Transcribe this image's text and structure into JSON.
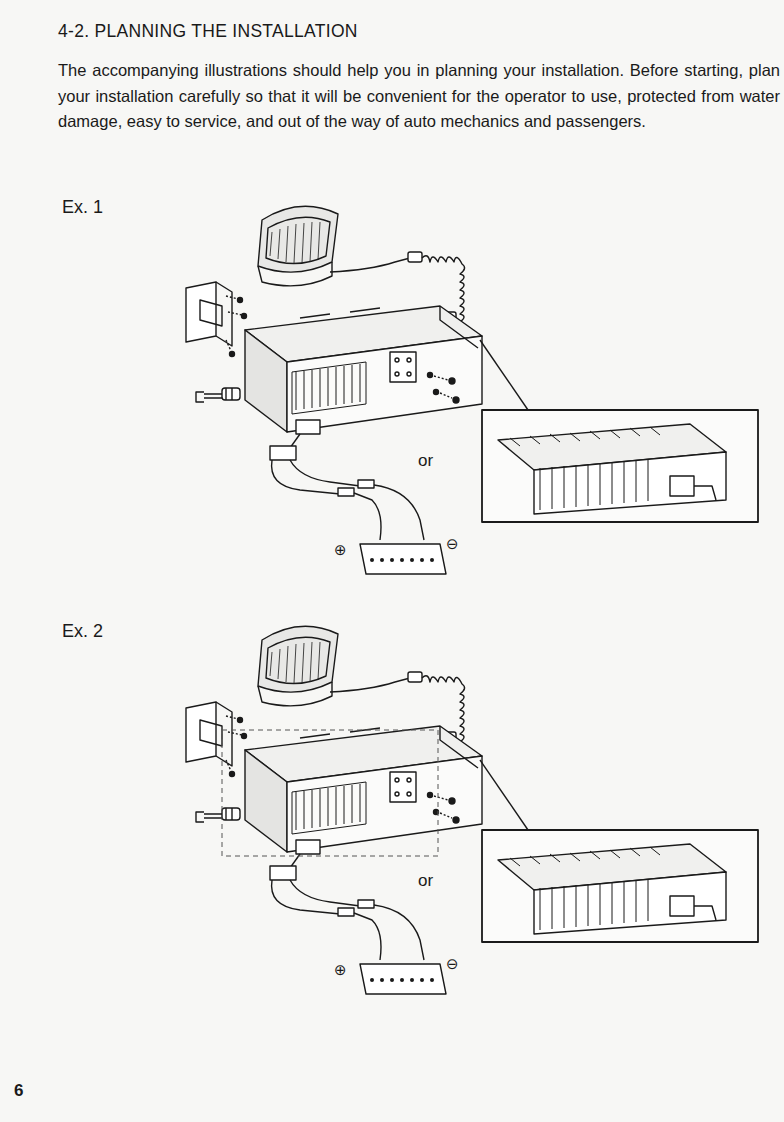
{
  "diagram": {
    "title": "4-2.  PLANNING THE INSTALLATION",
    "labels": [
      "The accompanying illustrations should help you in planning your installation. Before starting, plan your installation carefully so that it will be convenient for the operator to use, protected from water damage, easy to service, and out of the way of auto mechanics and passengers.",
      "Ex. 1",
      "or",
      "⊕",
      "⊖",
      "Ex. 2",
      "or",
      "⊕",
      "⊖",
      "6"
    ]
  }
}
